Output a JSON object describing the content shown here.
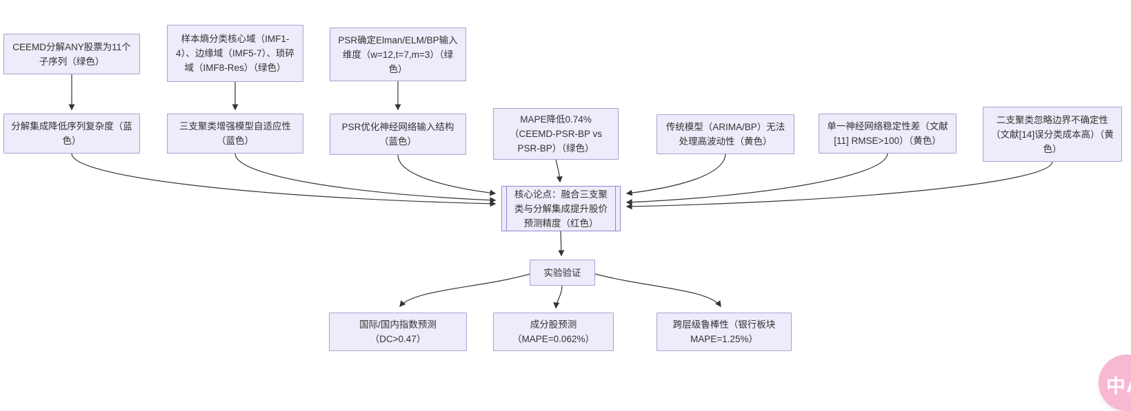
{
  "diagram": {
    "type": "flowchart",
    "colors": {
      "node_fill": "#ECECFA",
      "node_border": "#A9A0D2",
      "core_border": "#9683CF",
      "edge": "#333333",
      "text": "#333333",
      "translate_button_pink": "#F8B7D2"
    },
    "nodes": {
      "ceemd": {
        "label": "CEEMD分解ANY股票为11个子序列（绿色）"
      },
      "entropy": {
        "label": "样本熵分类核心域（IMF1-4）、边缘域（IMF5-7）、琐碎域（IMF8-Res）（绿色）"
      },
      "psrdim": {
        "label": "PSR确定Elman/ELM/BP输入维度（w=12,t=7,m=3）（绿色）"
      },
      "decomp": {
        "label": "分解集成降低序列复杂度（蓝色）"
      },
      "threeway": {
        "label": "三支聚类增强模型自适应性（蓝色）"
      },
      "psropt": {
        "label": "PSR优化神经网络输入结构（蓝色）"
      },
      "mape": {
        "label": "MAPE降低0.74%（CEEMD-PSR-BP vs PSR-BP）（绿色）"
      },
      "trad": {
        "label": "传统模型（ARIMA/BP）无法处理高波动性（黄色）"
      },
      "single": {
        "label": "单一神经网络稳定性差（文献[11] RMSE>100）（黄色）"
      },
      "twoway": {
        "label": "二支聚类忽略边界不确定性（文献[14]误分类成本高）（黄色）"
      },
      "core": {
        "label": "核心论点：融合三支聚类与分解集成提升股价预测精度（红色）"
      },
      "exp": {
        "label": "实验验证"
      },
      "idx": {
        "label": "国际/国内指数预测（DC>0.47）"
      },
      "stock": {
        "label": "成分股预测（MAPE=0.062%）"
      },
      "robust": {
        "label": "跨层级鲁棒性（银行板块MAPE=1.25%）"
      }
    }
  },
  "translate_button": {
    "label": "中A"
  }
}
